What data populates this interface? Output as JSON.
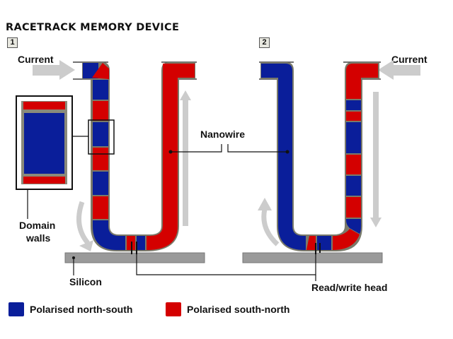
{
  "title": "RACETRACK MEMORY DEVICE",
  "colors": {
    "north_south": "#0a1e9a",
    "south_north": "#d40000",
    "wire_edge": "#7a7a6a",
    "arrow": "#cccccc",
    "silicon": "#999999"
  },
  "panels": [
    {
      "step": "1",
      "current_label": "Current",
      "current_direction": "in-from-left",
      "left_arm": [
        "blue",
        "red",
        "blue",
        "red",
        "blue",
        "red"
      ],
      "bottom": [
        "blue",
        "red",
        "blue",
        "red"
      ],
      "right_arm": [
        "red"
      ],
      "inlet": [
        "blue",
        "red"
      ]
    },
    {
      "step": "2",
      "current_label": "Current",
      "current_direction": "in-from-right",
      "left_arm": [
        "blue"
      ],
      "bottom": [
        "blue",
        "red",
        "blue",
        "red",
        "blue"
      ],
      "right_arm": [
        "red",
        "blue",
        "red",
        "blue",
        "red",
        "blue",
        "red"
      ],
      "inlet": [
        "red"
      ]
    }
  ],
  "labels": {
    "nanowire": "Nanowire",
    "domain_walls_line1": "Domain",
    "domain_walls_line2": "walls",
    "silicon": "Silicon",
    "read_write_head": "Read/write head"
  },
  "legend": [
    {
      "label": "Polarised north-south",
      "color": "#0a1e9a"
    },
    {
      "label": "Polarised south-north",
      "color": "#d40000"
    }
  ]
}
